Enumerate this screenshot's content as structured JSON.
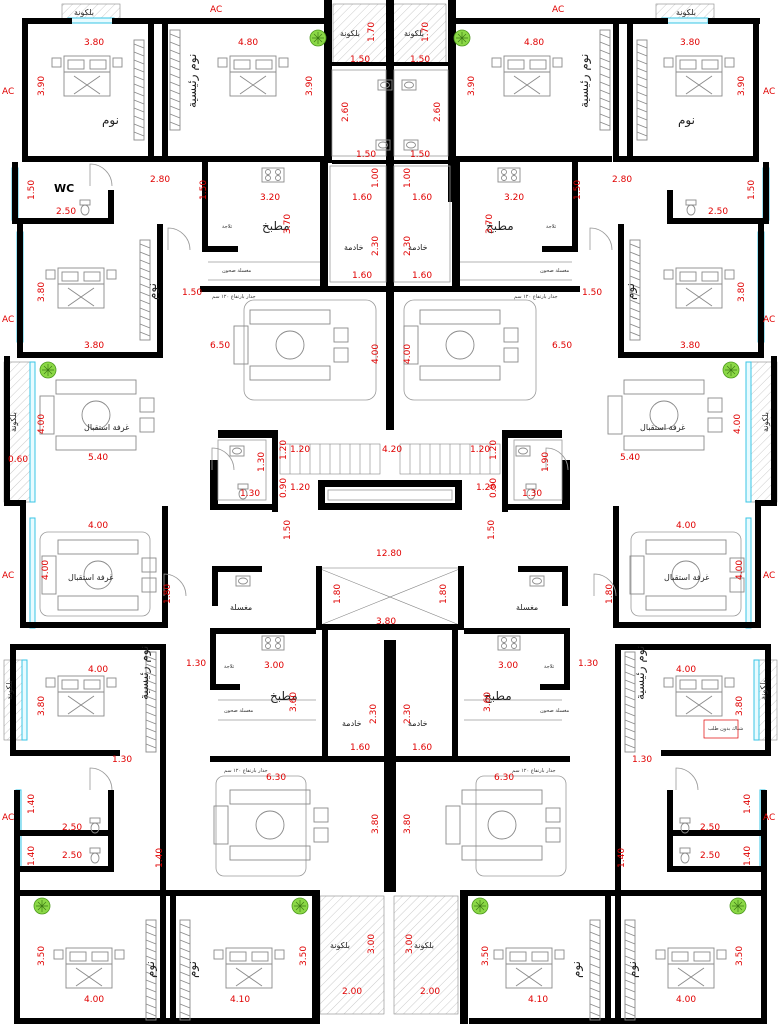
{
  "rooms": {
    "balcony": "بلكونة",
    "bedroom": "نوم",
    "master_bedroom": "نوم رئيسية",
    "kitchen": "مطبخ",
    "maid": "خادمة",
    "reception": "غرفة استقبال",
    "wc": "WC",
    "laundry": "مغسلة",
    "fridge": "ثلاجة",
    "sink": "مغسلة صحون",
    "wall_note": "جدار بارتفاع ١٢٠ سم",
    "box_note": "شباك بدون طلب"
  },
  "ac_label": "AC",
  "dimensions": {
    "d380": "3.80",
    "d480": "4.80",
    "d170": "1.70",
    "d150": "1.50",
    "d390": "3.90",
    "d260": "2.60",
    "d100": "1.00",
    "d160": "1.60",
    "d280": "2.80",
    "d250": "2.50",
    "d320": "3.20",
    "d370": "3.70",
    "d230": "2.30",
    "d650": "6.50",
    "d400": "4.00",
    "d060": "0.60",
    "d540": "5.40",
    "d420": "4.20",
    "d120": "1.20",
    "d130": "1.30",
    "d190": "1.90",
    "d090": "0.90",
    "d1280": "12.80",
    "d180": "1.80",
    "d300": "3.00",
    "d360": "3.60",
    "d630": "6.30",
    "d140": "1.40",
    "d350": "3.50",
    "d410": "4.10",
    "d200": "2.00"
  },
  "colors": {
    "wall": "#000000",
    "dimension": "#e00000",
    "glass": "#39c5e6",
    "plant": "#7cd33a"
  }
}
